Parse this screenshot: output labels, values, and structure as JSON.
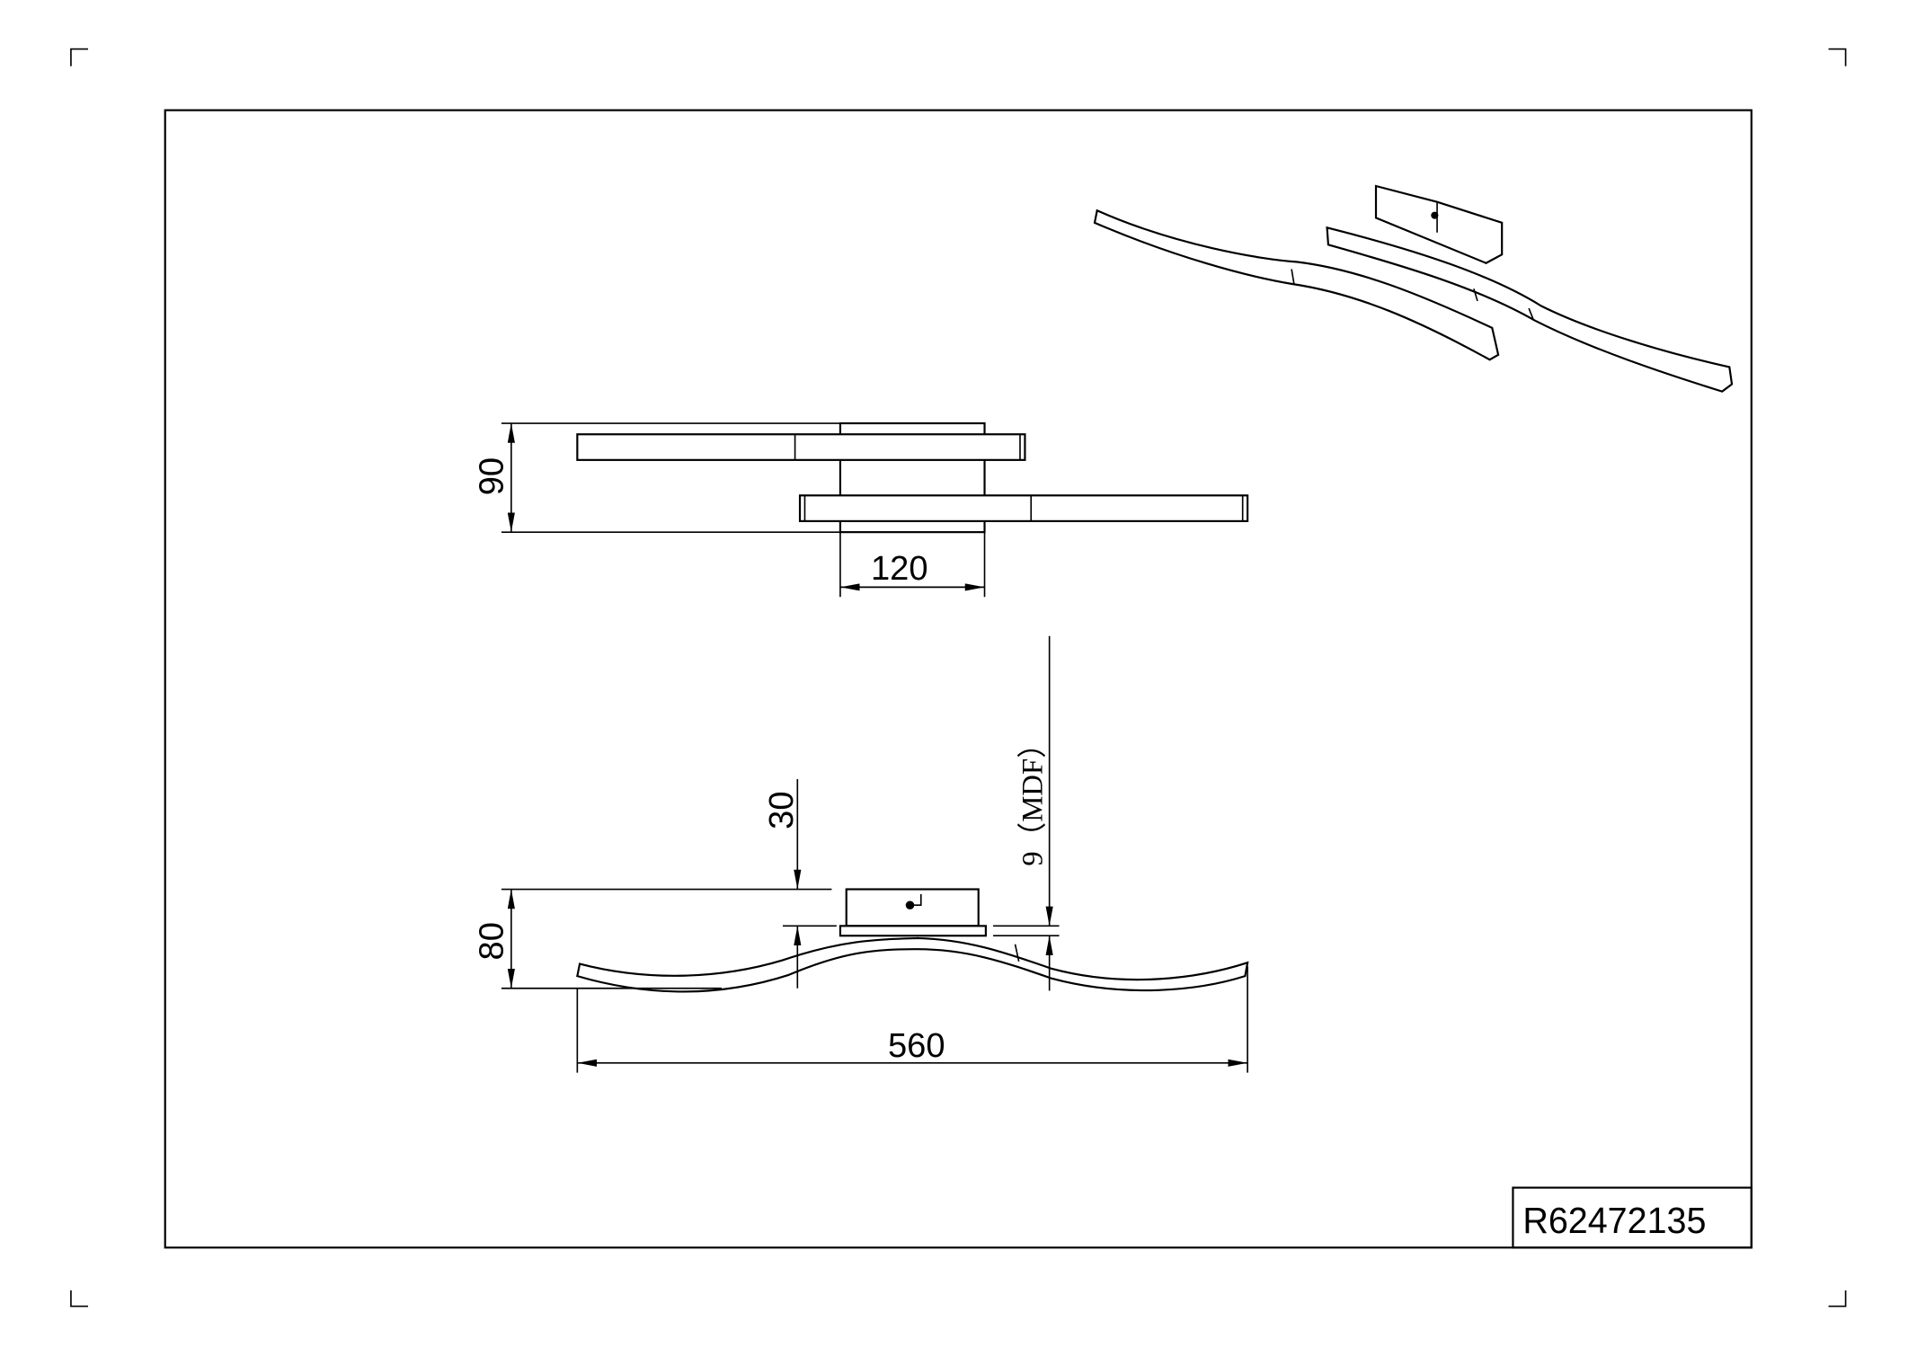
{
  "title_block": {
    "product_code": "R62472135"
  },
  "top_view": {
    "dim_height": "90",
    "dim_canopy_width": "120"
  },
  "side_view": {
    "dim_height": "80",
    "dim_canopy": "30",
    "dim_mdf": "9（MDF）",
    "dim_length": "560"
  }
}
